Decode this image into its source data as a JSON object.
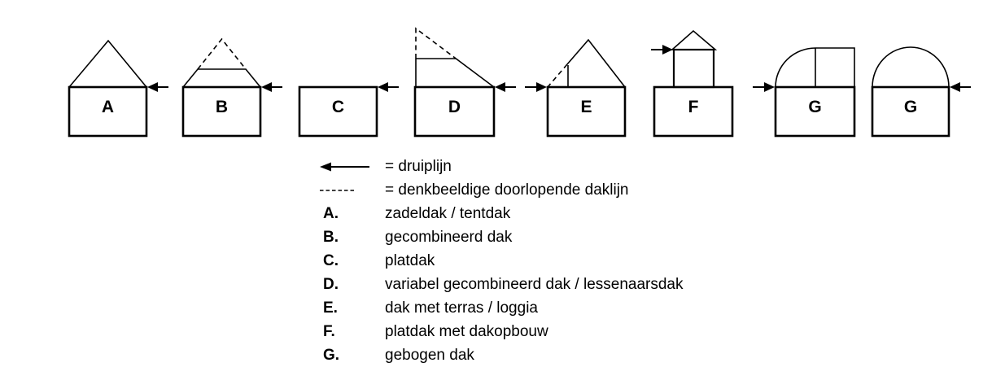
{
  "colors": {
    "line": "#000000",
    "text": "#000000",
    "background": "#ffffff"
  },
  "houses": [
    {
      "label": "A"
    },
    {
      "label": "B"
    },
    {
      "label": "C"
    },
    {
      "label": "D"
    },
    {
      "label": "E"
    },
    {
      "label": "F"
    },
    {
      "label": "G"
    },
    {
      "label": "G"
    }
  ],
  "legend": {
    "symbol_rows": [
      {
        "icon": "left-arrow-icon",
        "text": "= druiplijn"
      },
      {
        "icon": "dashed-line-icon",
        "text": "= denkbeeldige doorlopende daklijn"
      }
    ],
    "items": [
      {
        "key": "A.",
        "text": "zadeldak / tentdak"
      },
      {
        "key": "B.",
        "text": "gecombineerd dak"
      },
      {
        "key": "C.",
        "text": "platdak"
      },
      {
        "key": "D.",
        "text": "variabel gecombineerd dak / lessenaarsdak"
      },
      {
        "key": "E.",
        "text": "dak met terras / loggia"
      },
      {
        "key": "F.",
        "text": "platdak met dakopbouw"
      },
      {
        "key": "G.",
        "text": "gebogen dak"
      }
    ]
  }
}
